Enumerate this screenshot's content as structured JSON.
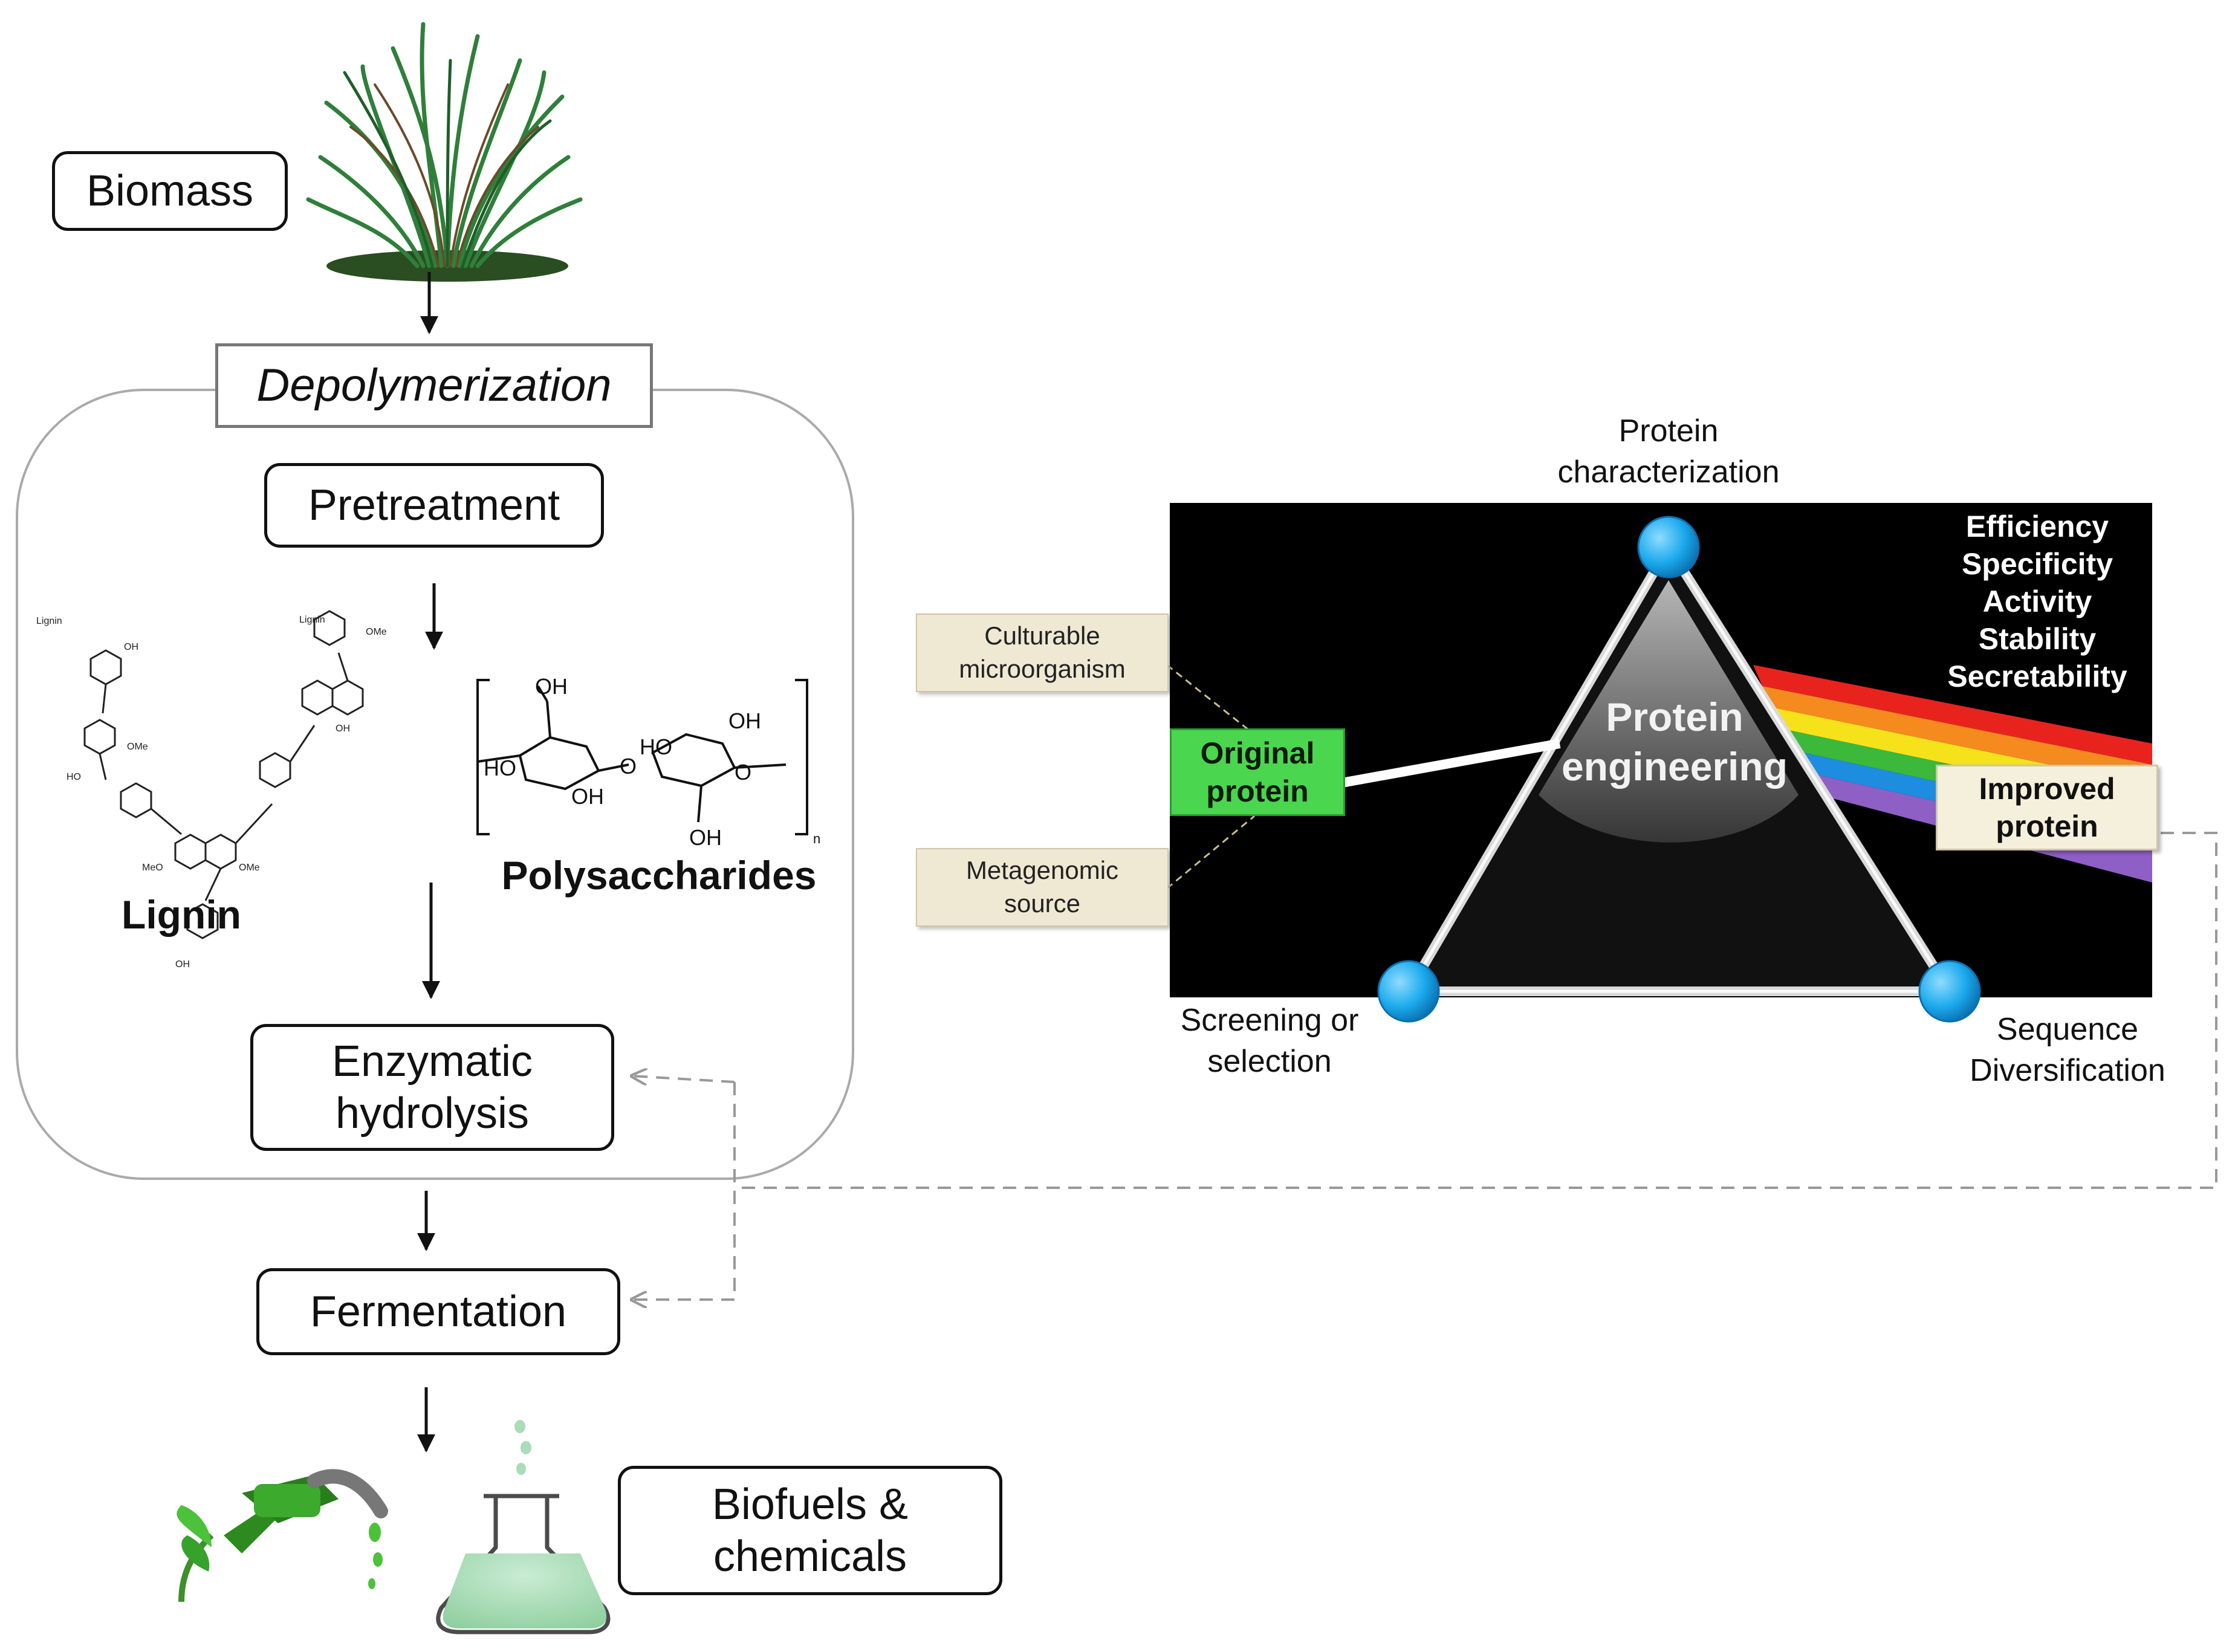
{
  "workflow": {
    "biomass": "Biomass",
    "depolymerization": "Depolymerization",
    "pretreatment": "Pretreatment",
    "lignin": "Lignin",
    "polysaccharides": "Polysaccharides",
    "enzymatic_line1": "Enzymatic",
    "enzymatic_line2": "hydrolysis",
    "fermentation": "Fermentation",
    "biofuels_line1": "Biofuels &",
    "biofuels_line2": "chemicals"
  },
  "chemistry": {
    "oh": "OH",
    "ho": "HO",
    "o": "O",
    "ome": "OMe",
    "meo": "MeO",
    "lignin_end": "Lignin",
    "n": "n"
  },
  "engineering": {
    "top_line1": "Protein",
    "top_line2": "characterization",
    "left_line1": "Screening or",
    "left_line2": "selection",
    "right_line1": "Sequence",
    "right_line2": "Diversification",
    "source1_line1": "Culturable",
    "source1_line2": "microorganism",
    "source2_line1": "Metagenomic",
    "source2_line2": "source",
    "original_line1": "Original",
    "original_line2": "protein",
    "improved_line1": "Improved",
    "improved_line2": "protein",
    "center_line1": "Protein",
    "center_line2": "engineering",
    "properties": [
      "Efficiency",
      "Specificity",
      "Activity",
      "Stability",
      "Secretability"
    ]
  },
  "colors": {
    "prism_bg": "#000000",
    "node": "#1aa9ec",
    "original": "#4ad64f",
    "improved": "#f4f0dc",
    "rainbow": [
      "#e8231e",
      "#f58a1f",
      "#f6e21b",
      "#3cb93b",
      "#1d8de0",
      "#8e5fc5"
    ],
    "grass": "#2f7f3a",
    "flask_liquid": "#a9dcb7"
  }
}
